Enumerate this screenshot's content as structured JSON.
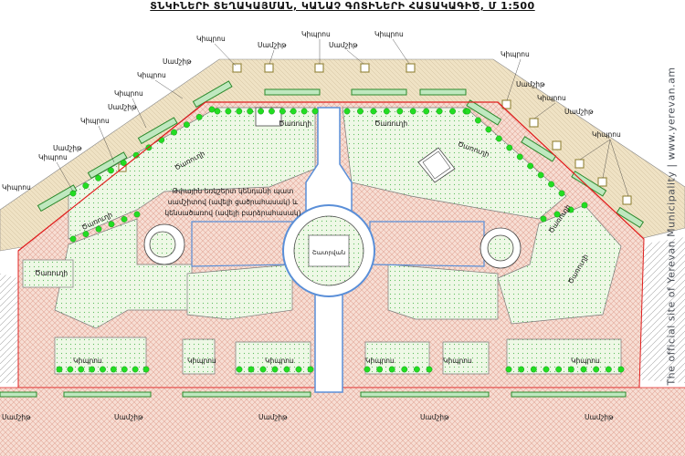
{
  "title": "ՏՆԿԻՆԵՐԻ ՏԵՂԱԿԱՅՄԱՆ, ԿԱՆԱՉ ԳՈՏԻՆԵՐԻ ՀԱՏԱԿԱԳԻԾ, Մ 1:500",
  "labels": {
    "kiparis": "Կիպրոս",
    "samshit": "Սամշիթ",
    "shavigh": "Ծառուղի",
    "fountain": "Շատրվան"
  },
  "central_note": [
    "Թփային եռկշերտ կենդանի պատ",
    "սամշիտով (ավելի ցածրահասակ) և",
    "կենսածառով (ավելի բարձրահասակ)"
  ],
  "watermark": "The official site of Yerevan Municipality  |  www.yerevan.am",
  "colors": {
    "paving": "#f4d9cf",
    "grass": "#eef7e4",
    "hedge": "#4bb84b",
    "tree": "#22dd22",
    "road_edge": "#e02020",
    "water": "#5a8fd8"
  }
}
